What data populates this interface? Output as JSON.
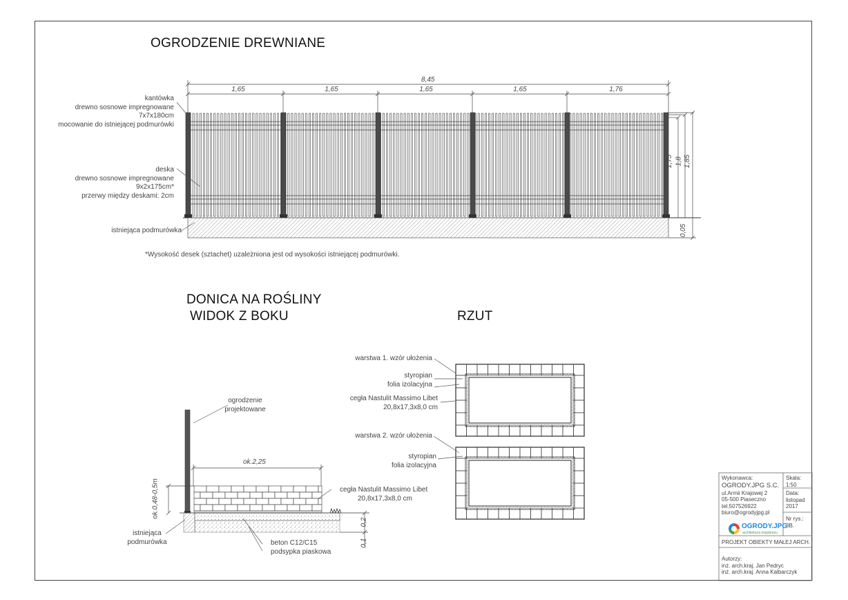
{
  "titles": {
    "fence": "OGRODZENIE DREWNIANE",
    "planter": "DONICA NA ROŚLINY",
    "side_view": "WIDOK Z BOKU",
    "plan": "RZUT"
  },
  "fence": {
    "total_dim": "8,45",
    "bay_dims": [
      "1,65",
      "1,65",
      "1,65",
      "1,65",
      "1,76"
    ],
    "height_dims": [
      "1,75",
      "1,8",
      "1,85"
    ],
    "base_dim": "0,05",
    "post_label": [
      "kantówka",
      "drewno sosnowe impregnowane",
      "7x7x180cm",
      "mocowanie do istniejącej podmurówki"
    ],
    "board_label": [
      "deska",
      "drewno sosnowe impregnowane",
      "9x2x175cm*",
      "przerwy między deskami: 2cm"
    ],
    "base_label": "istniejąca podmurówka",
    "footnote": "*Wysokość desek (sztachet) uzależniona jest od wysokości istniejącej podmurówki."
  },
  "planter_side": {
    "fence_label": [
      "ogrodzenie",
      "projektowane"
    ],
    "width_dim": "ok.2,25",
    "height_dim": "ok.0,48-0,5m",
    "brick_label": [
      "cegła Nastulit Massimo Libet",
      "20,8x17,3x8,0 cm"
    ],
    "base_label": [
      "istniejąca",
      "podmurówka"
    ],
    "concrete_label": [
      "beton C12/C15",
      "podsypka piaskowa"
    ],
    "layer_dims": [
      "0,2",
      "0,1"
    ]
  },
  "planter_plan": {
    "layer1_label": "warstwa 1. wzór ułożenia",
    "layer1_sub": [
      "styropian",
      "folia izolacyjna"
    ],
    "brick_label": [
      "cegła Nastulit Massimo Libet",
      "20,8x17,3x8,0 cm"
    ],
    "layer2_label": "warstwa 2. wzór ułożenia",
    "layer2_sub": [
      "styropian",
      "folia izolacyjna"
    ]
  },
  "title_block": {
    "contractor_head": "Wykonawca:",
    "contractor_name": "OGRODY.JPG S.C.",
    "address1": "ul.Armii Krajowej 2",
    "address2": "05-500 Piaseczno",
    "phone": "tel.507526922",
    "email": "biuro@ogrodyjpg.pl",
    "scale_head": "Skala:",
    "scale": "1:50",
    "date_head": "Data:",
    "date1": "listopad",
    "date2": "2017",
    "sheet_head": "Nr rys.:",
    "sheet": "3B.",
    "logo_name": "OGRODY.JPG",
    "logo_sub": "architektura krajobrazu",
    "project": "PROJEKT OBIEKTY MAŁEJ ARCH.",
    "authors_head": "Autorzy:",
    "author1": "inż. arch.kraj. Jan Pedryc",
    "author2": "inż. arch.kraj. Anna Kalbarczyk"
  },
  "colors": {
    "line": "#333333",
    "post": "#4a4a4a",
    "hatch": "#9a9a9a"
  }
}
